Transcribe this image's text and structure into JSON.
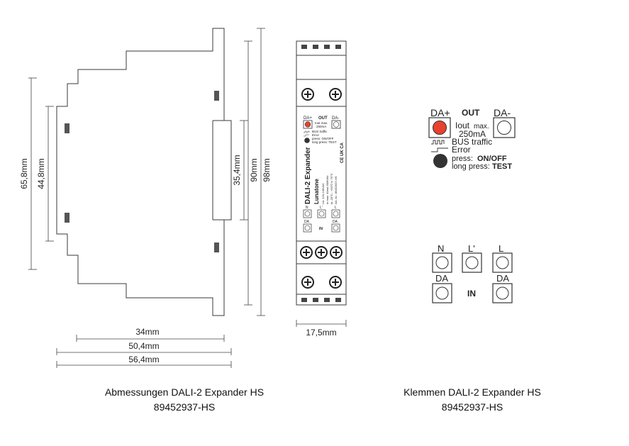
{
  "dimensions": {
    "d_34": "34mm",
    "d_50_4": "50,4mm",
    "d_56_4": "56,4mm",
    "d_65_8": "65,8mm",
    "d_44_8": "44,8mm",
    "d_35_4": "35,4mm",
    "d_90": "90mm",
    "d_98": "98mm",
    "d_17_5": "17,5mm"
  },
  "front_label": {
    "da_plus": "DA+",
    "out": "OUT",
    "da_minus": "DA-",
    "iout": "Iout max.",
    "ma": "250mA",
    "bus": "BUS traffic",
    "error": "Error",
    "press": "press: ON/OFF",
    "long_press": "long press: TEST",
    "product": "DALI-2 Expander",
    "brand": "Lunatone",
    "spec1": "Un: 120-240VAC",
    "spec2": "In max. 40mA  50/60Hz",
    "spec3": "ta -20°C...+50°C  tc 75°C",
    "art": "Art.-Nr.: 89452937-HS",
    "cert": "CE UK CA",
    "n": "N",
    "lp": "L'",
    "l": "L",
    "da_left": "DA",
    "in": "IN",
    "da_right": "DA"
  },
  "detail": {
    "da_plus": "DA+",
    "out": "OUT",
    "da_minus": "DA-",
    "iout": "Iout",
    "max": "max.",
    "ma": "250mA",
    "bus": "BUS traffic",
    "error": "Error",
    "press": "press:",
    "onoff": "ON/OFF",
    "long_press": "long press:",
    "test": "TEST",
    "n": "N",
    "lp": "L'",
    "l": "L",
    "da_left": "DA",
    "in": "IN",
    "da_right": "DA"
  },
  "captions": {
    "left_line1": "Abmessungen DALI-2 Expander HS",
    "left_line2": "89452937-HS",
    "right_line1": "Klemmen DALI-2 Expander HS",
    "right_line2": "89452937-HS"
  },
  "colors": {
    "led_red": "#e8412e",
    "button_dark": "#333333",
    "stroke": "#3a3a3a"
  }
}
